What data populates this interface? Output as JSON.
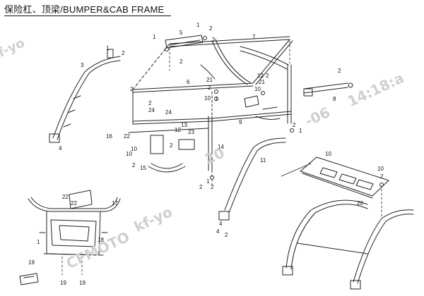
{
  "header": {
    "title": "保险杠、顶梁/BUMPER&CAB FRAME"
  },
  "callouts": {
    "c01": "1",
    "c02": "5",
    "c03": "2",
    "c04": "1",
    "c05": "2",
    "c06": "1",
    "c07": "2",
    "c08": "7",
    "c09": "2",
    "c10": "3",
    "c11": "2",
    "c12": "6",
    "c13": "21",
    "c14": "2",
    "c15": "2",
    "c16": "10",
    "c17": "1",
    "c18": "12",
    "c19": "21",
    "c20": "10",
    "c21": "2",
    "c22": "8",
    "c23": "24",
    "c24": "2",
    "c25": "16",
    "c26": "22",
    "c27": "12",
    "c28": "13",
    "c29": "23",
    "c30": "9",
    "c31": "2",
    "c32": "4",
    "c33": "1",
    "c34": "10",
    "c35": "11",
    "c36": "2",
    "c37": "14",
    "c38": "15",
    "c39": "2",
    "c40": "2",
    "c41": "1",
    "c42": "4",
    "c43": "10",
    "c44": "20",
    "c45": "10",
    "c46": "22",
    "c47": "22",
    "c48": "17",
    "c49": "18",
    "c50": "19",
    "c51": "19",
    "c52": "19",
    "c53": "4",
    "c54": "2",
    "c55": "1",
    "c56": "2",
    "c57": "24",
    "c58": "10",
    "c59": "2"
  },
  "watermark": {
    "left": "kf-yo",
    "center_brand": "CFMOTO",
    "center_user": "kf-yo",
    "stamp_part1": "20",
    "stamp_part2": "-06",
    "stamp_part3": "14:18:a"
  }
}
